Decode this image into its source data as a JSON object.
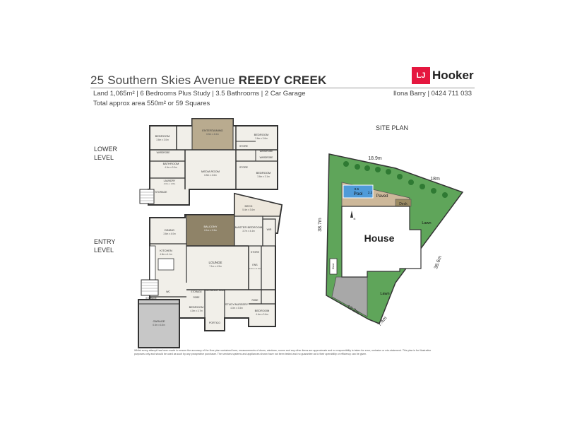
{
  "header": {
    "address_street": "25 Southern Skies Avenue",
    "address_suburb": "REEDY CREEK",
    "details_line": "Land 1,065m² | 6 Bedrooms Plus Study | 3.5 Bathrooms | 2 Car Garage",
    "area_line": "Total approx area 550m² or 59 Squares",
    "agent": "Ilona Barry | 0424 711 033",
    "logo_mark": "LJ",
    "logo_text": "Hooker"
  },
  "levels": {
    "lower": "LOWER\nLEVEL",
    "entry": "ENTRY\nLEVEL"
  },
  "lower_rooms": {
    "bedroom1": "BEDROOM",
    "bedroom1_dim": "3.6m x 3.0m",
    "entertaining": "ENTERTAINING",
    "entertaining_dim": "6.5m x 4.6m",
    "bedroom2": "BEDROOM",
    "bedroom2_dim": "3.6m x 3.6m",
    "store1": "STORE",
    "wardrobe_a": "WARDROBE",
    "wardrobe_b": "WARDROBE",
    "wardrobe_c": "WARDROBE",
    "bathroom": "BATHROOM",
    "bathroom_dim": "4.0m x 3.0m",
    "media": "MEDIA ROOM",
    "media_dim": "6.5m x 4.6m",
    "store2": "STORE",
    "bedroom3": "BEDROOM",
    "bedroom3_dim": "3.6m x 3.1m",
    "laundry": "LAUNDRY",
    "laundry_dim": "4.0m x 1.8m",
    "storage": "STORAGE"
  },
  "entry_rooms": {
    "deck": "DECK",
    "deck_dim": "5.4m x 3.6m",
    "dining": "DINING",
    "dining_dim": "3.6m x 4.0m",
    "balcony": "BALCONY",
    "balcony_dim": "6.1m x 3.3m",
    "master": "MASTER BEDROOM",
    "master_dim": "3.7m x 4.4m",
    "wir": "WIR",
    "kitchen": "KITCHEN",
    "kitchen_dim": "4.8m x 4.1m",
    "store": "STORE",
    "lounge": "LOUNGE",
    "lounge_dim": "7.1m x 4.9m",
    "ens": "ENS",
    "ens_dim": "3.0m x 1.6m",
    "wc": "WC",
    "storage_a": "STORAGE",
    "storage_b": "STORAGE",
    "robe_a": "ROBE",
    "entrance": "ENTRANCE\nHALL",
    "bedroom_a": "BEDROOM",
    "bedroom_a_dim": "4.0m x 3.7m",
    "study": "STUDY/NURSERY",
    "study_dim": "4.0m x 3.5m",
    "robe_b": "ROBE",
    "bedroom_b": "BEDROOM",
    "bedroom_b_dim": "4.4m x 3.6m",
    "garage": "GARAGE",
    "garage_dim": "6.5m x 6.8m",
    "portico": "PORTICO"
  },
  "site_plan": {
    "title": "SITE PLAN",
    "top_boundary": "18.9m",
    "right_top_boundary": "18m",
    "left_boundary": "38.7m",
    "right_boundary": "38.6m",
    "bottom_left_boundary": "12.2m",
    "bottom_right_boundary": "7.4m",
    "pool": "Pool",
    "pool_len": "8.5",
    "pool_width": "2.2",
    "paved": "Paved",
    "deck": "Deck",
    "lawn_top": "Lawn",
    "lawn_bottom": "Lawn",
    "house": "House",
    "shed": "Shed",
    "north": "N"
  },
  "disclaimer": "Whilst every attempt has been made to ensure the accuracy of the floor plan contained here, measurements of doors, windows, rooms and any other items are approximate and no responsibility is taken for error, omission or mis-statement. This plan is for illustrative purposes only and should be used as such by any prospective purchaser. The services systems and appliances shown have not been tested and no guarantee as to their operability or efficiency can be given.",
  "colors": {
    "lawn": "#5fa55a",
    "lawn_dark": "#2f7a33",
    "pool": "#4f9bd9",
    "paved": "#cdb89a",
    "deck_wood": "#9b8a62",
    "floor": "#f1efe9",
    "balcony": "#8f8368",
    "garage": "#c7c7c7",
    "logo_red": "#e5173f"
  }
}
